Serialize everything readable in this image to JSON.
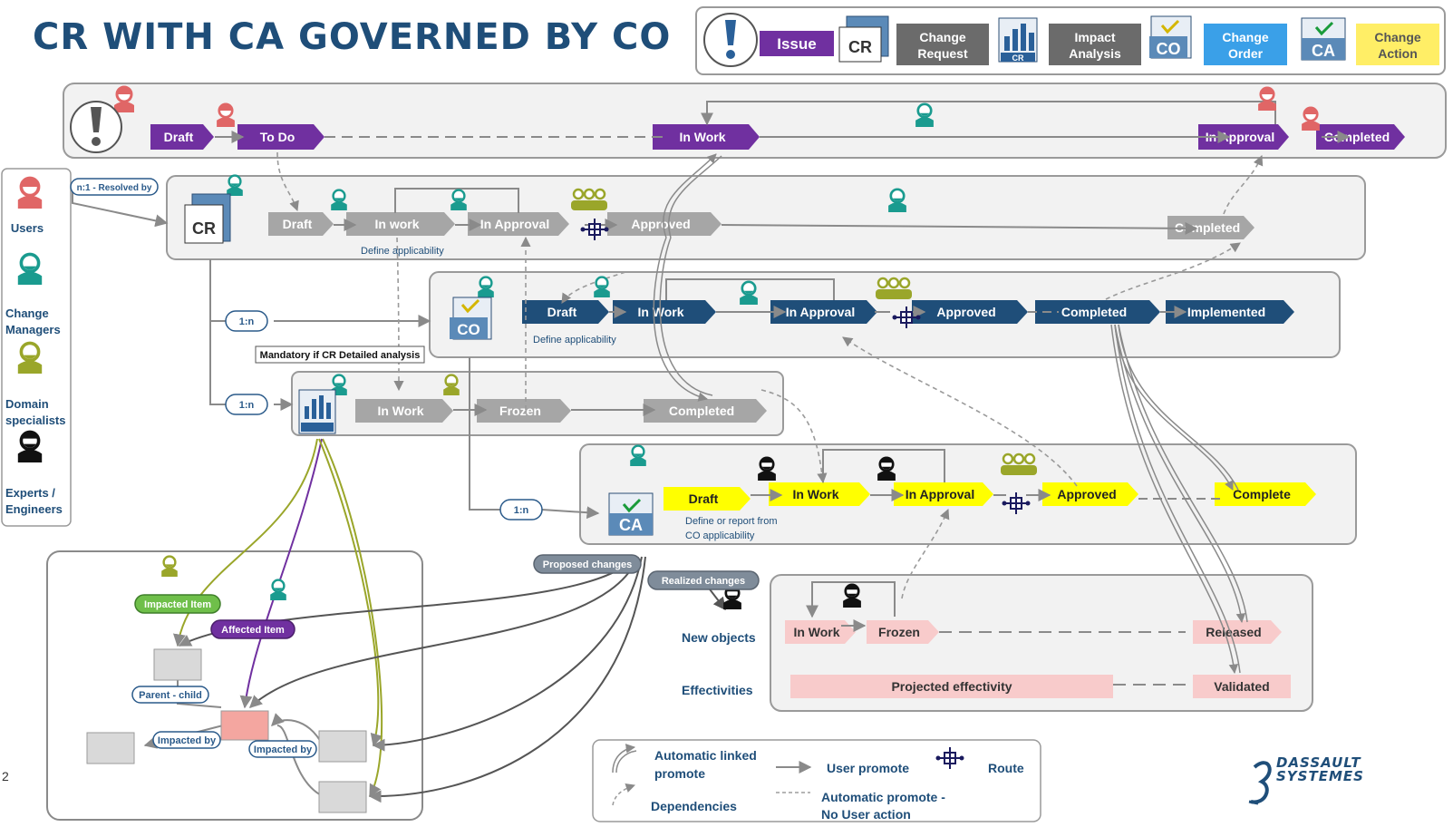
{
  "title": "CR WITH CA GOVERNED BY CO",
  "page_number": "2",
  "brand": {
    "line1": "DASSAULT",
    "line2": "SYSTEMES"
  },
  "legend": {
    "issue": "Issue",
    "change_request": "Change Request",
    "impact_analysis": "Impact Analysis",
    "change_order": "Change Order",
    "change_action": "Change Action",
    "cr_badge": "CR",
    "ia_badge": "CR",
    "co_badge": "CO",
    "ca_badge": "CA"
  },
  "roles": {
    "users": "Users",
    "change_managers": "Change Managers",
    "domain_specialists": "Domain specialists",
    "experts": "Experts / Engineers"
  },
  "issue_states": [
    "Draft",
    "To Do",
    "In Work",
    "In Approval",
    "Completed"
  ],
  "cr_states": [
    "Draft",
    "In work",
    "In Approval",
    "Approved",
    "Completed"
  ],
  "cr_note": "Define applicability",
  "co_states": [
    "Draft",
    "In Work",
    "In Approval",
    "Approved",
    "Completed",
    "Implemented"
  ],
  "co_note": "Define applicability",
  "ia_states": [
    "In Work",
    "Frozen",
    "Completed"
  ],
  "ca_states": [
    "Draft",
    "In Work",
    "In Approval",
    "Approved",
    "Complete"
  ],
  "ca_note": "Define or report from CO  applicability",
  "obj_states": [
    "In Work",
    "Frozen",
    "Released"
  ],
  "effectivity": {
    "projected": "Projected effectivity",
    "validated": "Validated"
  },
  "pills": {
    "resolved_by": "n:1 - Resolved by",
    "one_n_co": "1:n",
    "one_n_ia": "1:n",
    "one_n_ca": "1:n",
    "mandatory": "Mandatory if CR Detailed analysis",
    "proposed": "Proposed changes",
    "realized": "Realized changes",
    "impacted_item": "Impacted Item",
    "affected_item": "Affected Item",
    "parent_child": "Parent - child",
    "impacted_by_1": "Impacted by",
    "impacted_by_2": "Impacted by"
  },
  "labels": {
    "new_objects": "New objects",
    "effectivities": "Effectivities"
  },
  "key": {
    "auto_linked": "Automatic  linked promote",
    "dependencies": "Dependencies",
    "user_promote": "User promote",
    "route": "Route",
    "auto_promote": "Automatic promote - No User action"
  },
  "colors": {
    "title": "#1f4e79",
    "issue": "#7030a0",
    "cr": "#a6a6a6",
    "ia": "#a6a6a6",
    "co": "#1f4e79",
    "ca": "#ffff00",
    "obj": "#f8cbcb",
    "user": "#e06666",
    "manager": "#1a9b8f",
    "specialist": "#9aa62a",
    "expert": "#111111"
  }
}
